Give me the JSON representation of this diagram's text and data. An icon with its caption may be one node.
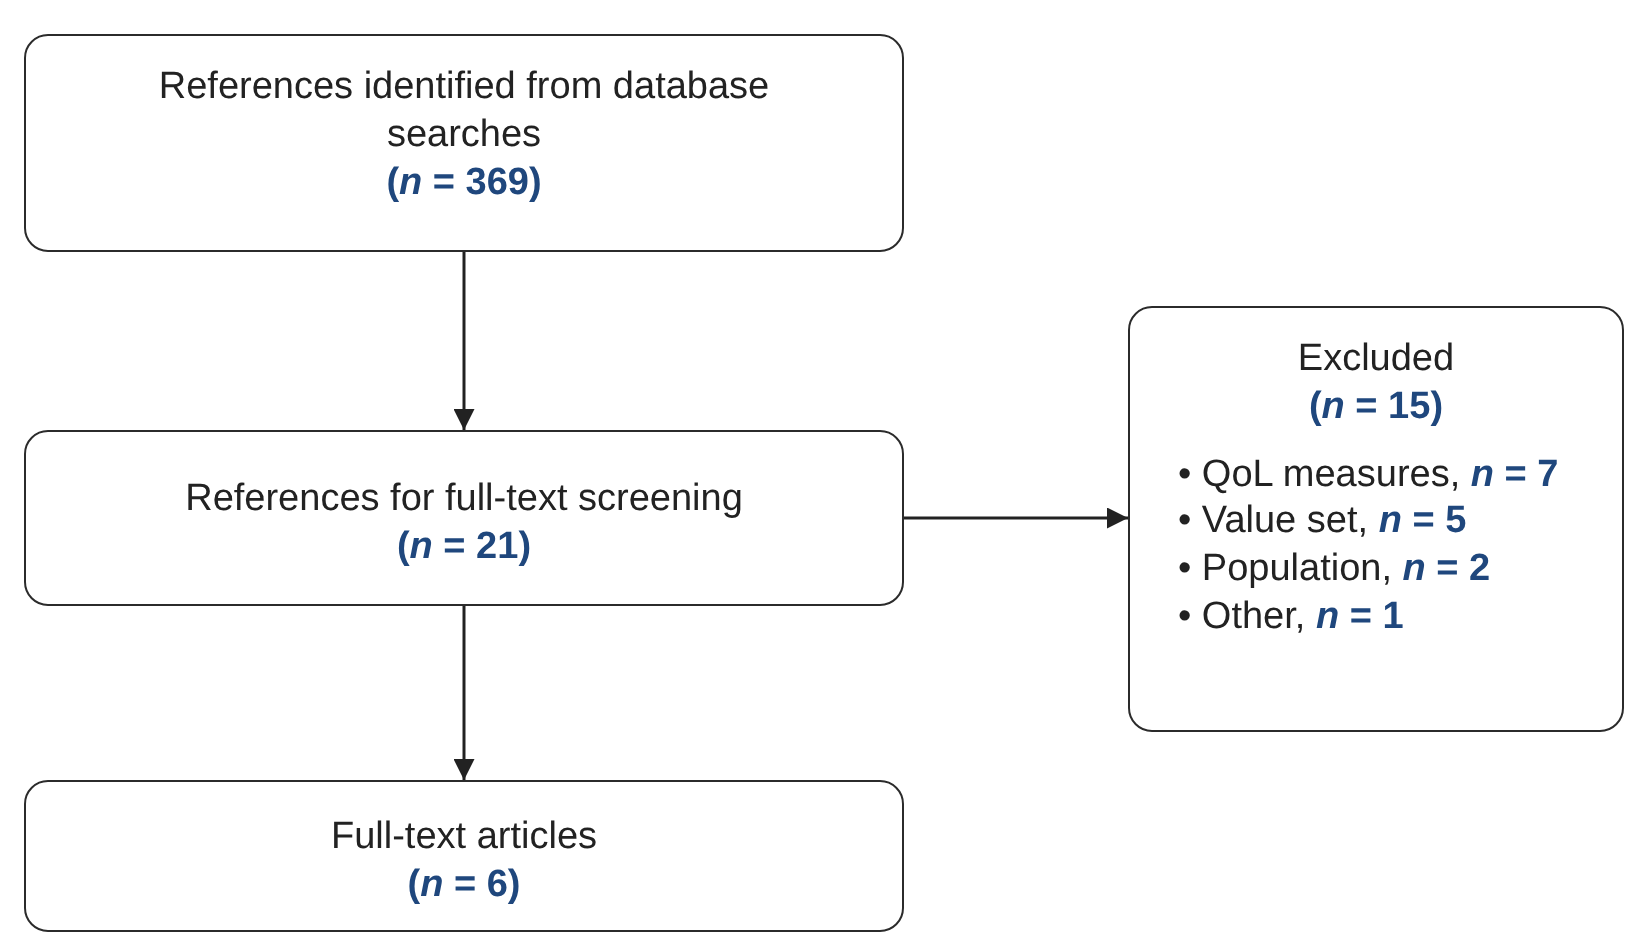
{
  "diagram": {
    "nodes": [
      {
        "text": [
          "References identified from database searches",
          "(*n* = 369)"
        ]
      },
      {
        "text": [
          "References for full-text screening",
          "(*n* = 21)"
        ]
      },
      {
        "text": [
          "Excluded",
          "(*n* = 15)",
          "• QoL measures, ***n* = 7**",
          "• Value set, ***n* = 5**",
          "• Population, ***n* = 2**",
          "• Other, ***n* = 1**"
        ]
      },
      {
        "text": [
          "Full-text articles",
          "(*n* = 6)"
        ]
      }
    ],
    "edges": [
      {
        "from": 0,
        "to": 1,
        "arrow": "to"
      },
      {
        "from": 1,
        "to": 2,
        "arrow": "to"
      },
      {
        "from": 1,
        "to": 3,
        "arrow": "to"
      }
    ]
  }
}
